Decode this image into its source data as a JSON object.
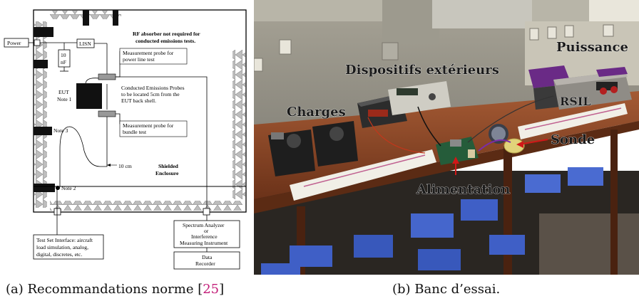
{
  "diagram": {
    "power": "Power",
    "lisn": "LISN",
    "cap_value": "10",
    "cap_unit": "nF",
    "rf_note_line1": "RF absorber not required for",
    "rf_note_line2": "conducted emissions tests.",
    "probe_power_line1": "Measurement probe for",
    "probe_power_line2": "power line test",
    "eut_line1": "EUT",
    "eut_line2": "Note 1",
    "conducted_line1": "Conducted Emissions Probes",
    "conducted_line2": "to be located 5cm from the",
    "conducted_line3": "EUT back shell.",
    "probe_bundle_line1": "Measurement probe for",
    "probe_bundle_line2": "bundle test",
    "note3": "Note 3",
    "distance": "10 cm",
    "shielded_line1": "Shielded",
    "shielded_line2": "Enclosure",
    "note2": "Note 2",
    "testset_line1": "Test Set Interface: aircraft",
    "testset_line2": "load simulation, analog,",
    "testset_line3": "digital, discretes, etc.",
    "analyzer_line1": "Spectrum Analyzer",
    "analyzer_line2": "or",
    "analyzer_line3": "Interference",
    "analyzer_line4": "Measuring Instrument",
    "recorder_line1": "Data",
    "recorder_line2": "Recorder"
  },
  "photo": {
    "dispositifs": "Dispositifs extérieurs",
    "puissance": "Puissance",
    "charges": "Charges",
    "rsil": "RSIL",
    "sonde": "Sonde",
    "alimentation": "Alimentation"
  },
  "captions": {
    "a_text": "(a) Recommandations norme [",
    "a_ref": "25",
    "a_end": "]",
    "b_text": "(b) Banc d’essai."
  }
}
